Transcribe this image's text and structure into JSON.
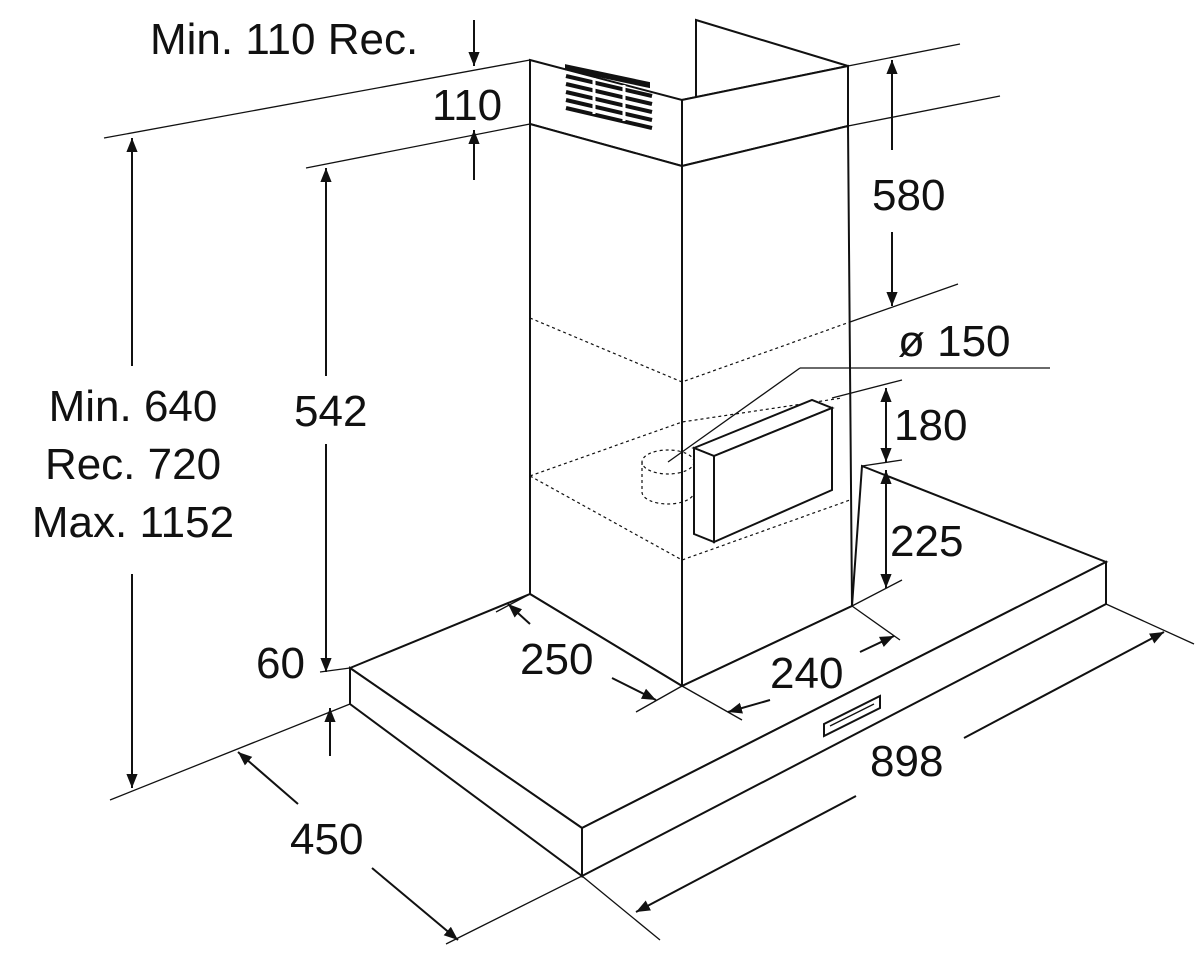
{
  "labels": {
    "min_110_rec": "Min. 110 Rec.",
    "chimney_overlap": "110",
    "upper_chimney": "580",
    "duct_diameter": "ø 150",
    "height_180": "180",
    "height_225": "225",
    "chimney_height": "542",
    "hood_thickness": "60",
    "chimney_depth": "250",
    "chimney_width": "240",
    "hood_width": "898",
    "hood_depth": "450",
    "total_height": {
      "min": "Min. 640",
      "rec": "Rec. 720",
      "max": "Max. 1152"
    }
  }
}
